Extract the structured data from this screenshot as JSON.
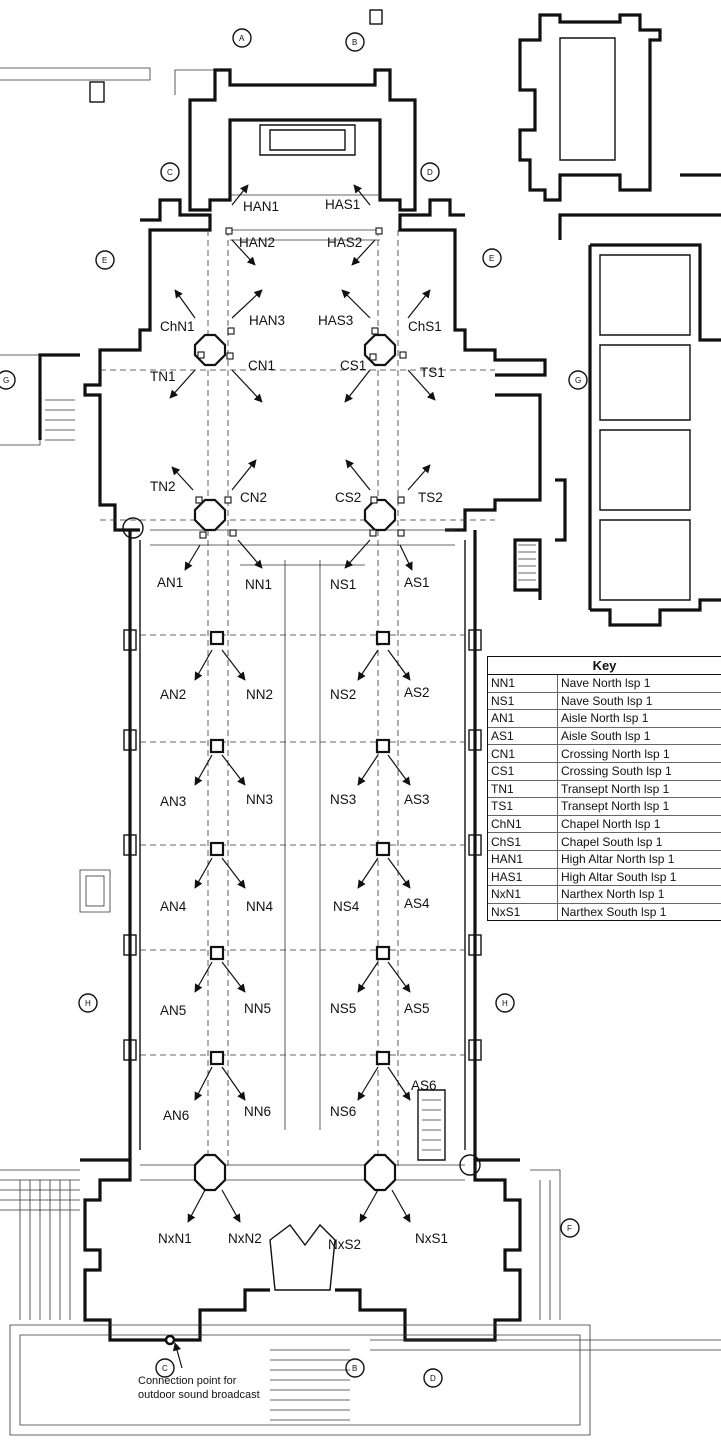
{
  "labels": {
    "HAN1": "HAN1",
    "HAS1": "HAS1",
    "HAN2": "HAN2",
    "HAS2": "HAS2",
    "HAN3": "HAN3",
    "HAS3": "HAS3",
    "ChN1": "ChN1",
    "ChS1": "ChS1",
    "CN1": "CN1",
    "CS1": "CS1",
    "TN1": "TN1",
    "TS1": "TS1",
    "TN2": "TN2",
    "CN2": "CN2",
    "CS2": "CS2",
    "TS2": "TS2",
    "AN1": "AN1",
    "NN1": "NN1",
    "NS1": "NS1",
    "AS1": "AS1",
    "AN2": "AN2",
    "NN2": "NN2",
    "NS2": "NS2",
    "AS2": "AS2",
    "AN3": "AN3",
    "NN3": "NN3",
    "NS3": "NS3",
    "AS3": "AS3",
    "AN4": "AN4",
    "NN4": "NN4",
    "NS4": "NS4",
    "AS4": "AS4",
    "AN5": "AN5",
    "NN5": "NN5",
    "NS5": "NS5",
    "AS5": "AS5",
    "AS6": "AS6",
    "AN6": "AN6",
    "NN6": "NN6",
    "NS6": "NS6",
    "NxN1": "NxN1",
    "NxN2": "NxN2",
    "NxS2": "NxS2",
    "NxS1": "NxS1"
  },
  "section_markers": {
    "A": "A",
    "B": "B",
    "C": "C",
    "D": "D",
    "E": "E",
    "F": "F",
    "G": "G",
    "H": "H"
  },
  "connection_note": {
    "line1": "Connection point for",
    "line2": "outdoor sound broadcast"
  },
  "key": {
    "title": "Key",
    "rows": [
      {
        "code": "NN1",
        "desc": "Nave North lsp 1"
      },
      {
        "code": "NS1",
        "desc": "Nave South lsp 1"
      },
      {
        "code": "AN1",
        "desc": "Aisle North lsp 1"
      },
      {
        "code": "AS1",
        "desc": "Aisle South lsp 1"
      },
      {
        "code": "CN1",
        "desc": "Crossing North lsp 1"
      },
      {
        "code": "CS1",
        "desc": "Crossing South lsp 1"
      },
      {
        "code": "TN1",
        "desc": "Transept North lsp 1"
      },
      {
        "code": "TS1",
        "desc": "Transept North lsp 1"
      },
      {
        "code": "ChN1",
        "desc": "Chapel North lsp 1"
      },
      {
        "code": "ChS1",
        "desc": "Chapel South lsp 1"
      },
      {
        "code": "HAN1",
        "desc": "High Altar North lsp 1"
      },
      {
        "code": "HAS1",
        "desc": "High Altar South lsp 1"
      },
      {
        "code": "NxN1",
        "desc": "Narthex North lsp 1"
      },
      {
        "code": "NxS1",
        "desc": "Narthex South lsp 1"
      }
    ]
  }
}
